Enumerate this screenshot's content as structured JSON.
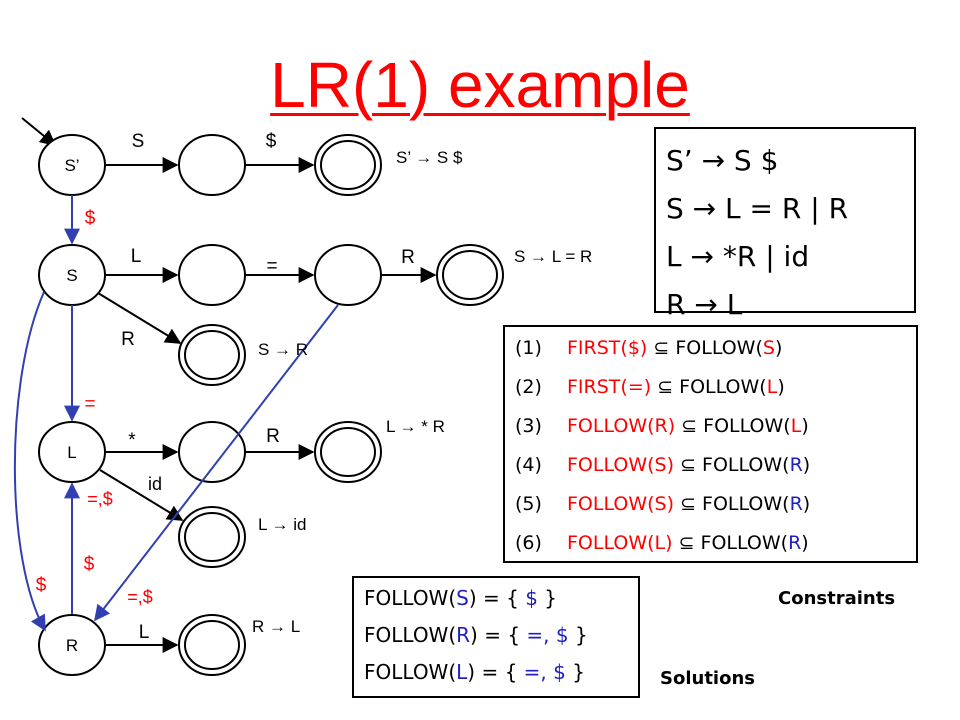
{
  "title": "LR(1) example",
  "colors": {
    "title": "#ff0000",
    "edge_label_red": "#ff0000",
    "back_edge": "#3040b0"
  },
  "states": {
    "s_prime": "S’",
    "s": "S",
    "l": "L",
    "r": "R"
  },
  "edge_labels": {
    "s1": "S",
    "dollar1": "$",
    "l1": "L",
    "eq1": "=",
    "r1": "R",
    "r2": "R",
    "star": "*",
    "r3": "R",
    "id": "id",
    "l2": "L",
    "red_dollar_top": "$",
    "red_eq": "=",
    "red_eqdollar_mid": "=,$",
    "red_dollar_low": "$",
    "red_dollar_left": "$",
    "red_eqdollar_bottom": "=,$"
  },
  "productions": {
    "p1": "S’ → S $",
    "p2": "S → L = R",
    "p3": "S → R",
    "p4": "L → * R",
    "p5": "L → id",
    "p6": "R → L"
  },
  "grammar": {
    "line1": "S’ → S $",
    "line2": "S → L = R | R",
    "line3": "L → *R | id",
    "line4": "R → L"
  },
  "constraints": [
    {
      "num": "(1)",
      "lhs": "FIRST($)",
      "lhs_arg": "",
      "rhs_fn": "FOLLOW(",
      "rhs_arg": "S",
      "close": ")"
    },
    {
      "num": "(2)",
      "lhs": "FIRST(=)",
      "lhs_arg": "",
      "rhs_fn": "FOLLOW(",
      "rhs_arg": "L",
      "close": ")"
    },
    {
      "num": "(3)",
      "lhs": "FOLLOW(R)",
      "lhs_arg": "",
      "rhs_fn": "FOLLOW(",
      "rhs_arg": "L",
      "close": ")"
    },
    {
      "num": "(4)",
      "lhs": "FOLLOW(S)",
      "lhs_arg": "",
      "rhs_fn": "FOLLOW(",
      "rhs_arg": "R",
      "close": ")"
    },
    {
      "num": "(5)",
      "lhs": "FOLLOW(S)",
      "lhs_arg": "",
      "rhs_fn": "FOLLOW(",
      "rhs_arg": "R",
      "close": ")"
    },
    {
      "num": "(6)",
      "lhs": "FOLLOW(L)",
      "lhs_arg": "",
      "rhs_fn": "FOLLOW(",
      "rhs_arg": "R",
      "close": ")"
    }
  ],
  "subset_symbol": "⊆",
  "solutions": [
    {
      "fn": "FOLLOW(",
      "arg": "S",
      "mid": ") = { ",
      "val": "$",
      "end": " }"
    },
    {
      "fn": "FOLLOW(",
      "arg": "R",
      "mid": ") = { ",
      "val": "=, $",
      "end": " }"
    },
    {
      "fn": "FOLLOW(",
      "arg": "L",
      "mid": ") = { ",
      "val": "=, $",
      "end": " }"
    }
  ],
  "constraints_label": "Constraints",
  "solutions_label": "Solutions"
}
